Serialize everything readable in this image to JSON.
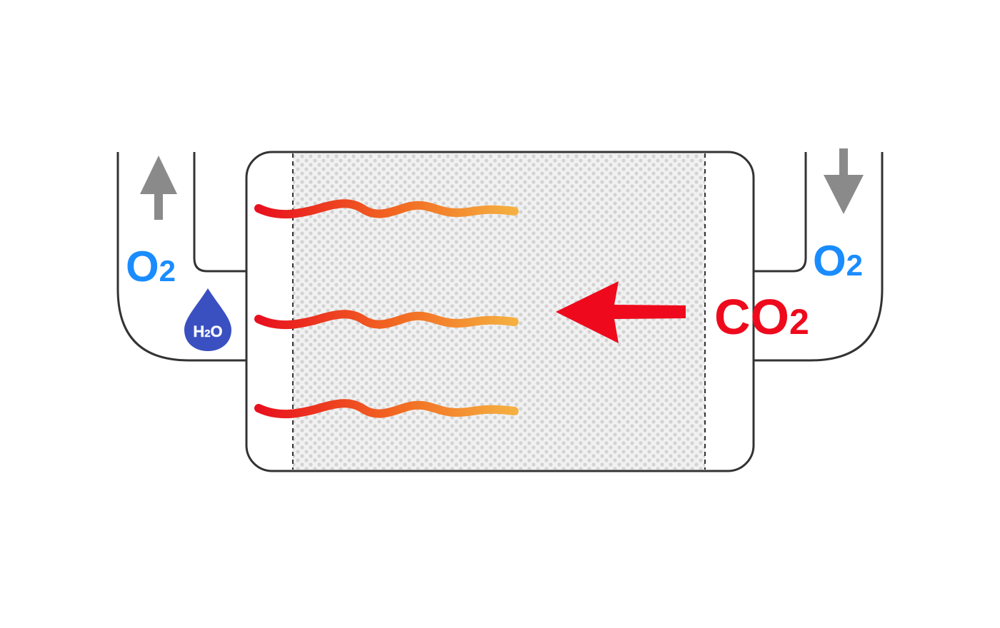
{
  "labels": {
    "left_gas": {
      "main": "O",
      "sub": "2"
    },
    "right_gas": {
      "main": "O",
      "sub": "2"
    },
    "input_gas": {
      "main": "CO",
      "sub": "2"
    },
    "water_drop": {
      "main": "H",
      "sub": "2",
      "tail": "O"
    }
  },
  "icons": {
    "left_flow": "arrow-up-icon",
    "right_flow": "arrow-down-icon",
    "co2_flow": "arrow-left-icon",
    "heat": "heat-wave-icon",
    "water": "water-drop-icon"
  },
  "colors": {
    "oxygen": "#1a8cff",
    "co2": "#ee0a1c",
    "water_drop": "#3a4fc0",
    "flow_arrow": "#8a8a8a",
    "heat_start": "#e8101e",
    "heat_end": "#f5b040",
    "membrane": "#e2e2e2",
    "outline": "#333333"
  }
}
